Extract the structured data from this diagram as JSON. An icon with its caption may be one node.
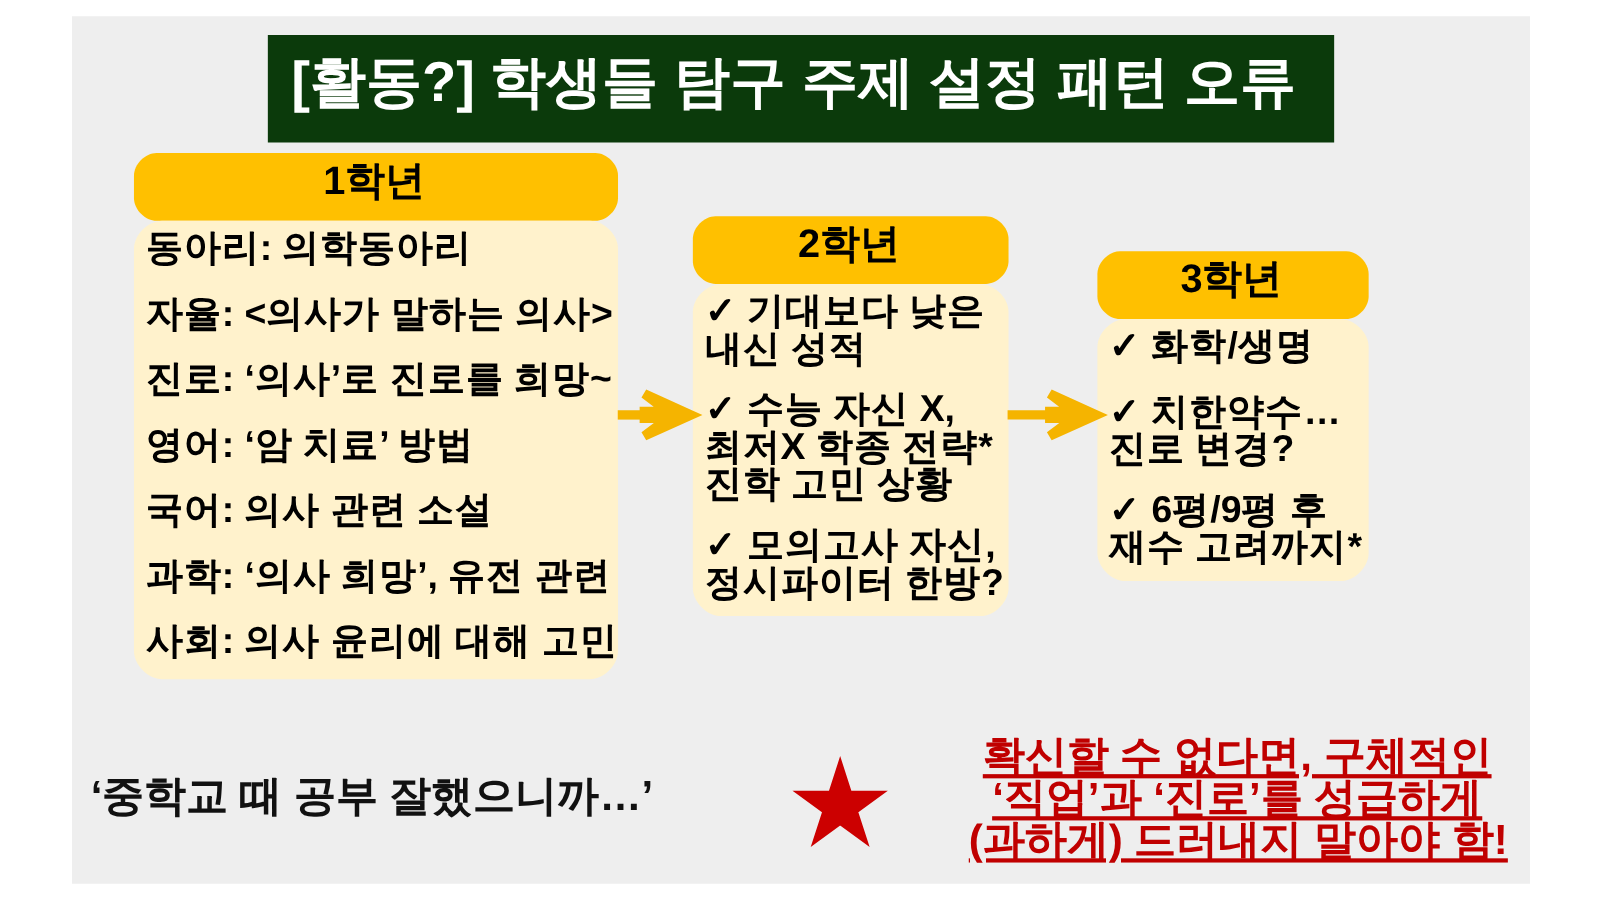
{
  "diagram": {
    "title": "[활동?] 학생들 탐구 주제 설정 패턴 오류",
    "nodes": [
      {
        "text": [
          "1학년",
          "동아리: 의학동아리",
          "자율: <의사가 말하는 의사>",
          "진로: ‘의사’로 진로를 희망~",
          "영어: ‘암 치료’ 방법",
          "국어: 의사 관련 소설",
          "과학: ‘의사 희망’, 유전 관련",
          "사회: 의사 윤리에 대해 고민"
        ]
      },
      {
        "text": [
          "2학년",
          "✓ 기대보다 낮은 내신 성적",
          "✓ 수능 자신 X, 최저X 학종 전략* 진학 고민 상황",
          "✓ 모의고사 자신, 정시파이터 한방?"
        ]
      },
      {
        "text": [
          "3학년",
          "✓ 화학/생명",
          "✓ 치한약수… 진로 변경?",
          "✓ 6평/9평 후 재수 고려까지*"
        ]
      },
      {
        "text": [],
        "shape": "star"
      }
    ],
    "edges": [
      {
        "from": 0,
        "to": 1,
        "arrow": "to"
      },
      {
        "from": 1,
        "to": 2,
        "arrow": "to"
      }
    ],
    "labels": [
      "‘중학교 때 공부 잘했으니까…’",
      "확신할 수 없다면, 구체적인 ‘직업’과 ‘진로’를 성급하게 (과하게) 드러내지 말아야 함!"
    ]
  }
}
